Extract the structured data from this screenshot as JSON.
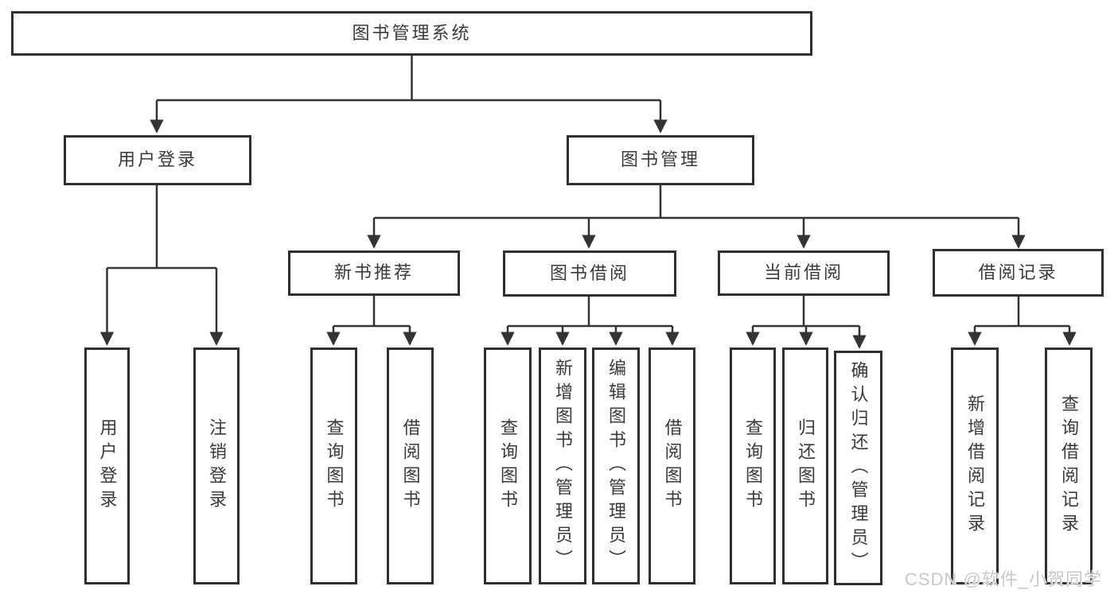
{
  "tree": {
    "label": "图书管理系统",
    "children": [
      {
        "label": "用户登录",
        "children": [
          {
            "label": "用户登录"
          },
          {
            "label": "注销登录"
          }
        ]
      },
      {
        "label": "图书管理",
        "children": [
          {
            "label": "新书推荐",
            "children": [
              {
                "label": "查询图书"
              },
              {
                "label": "借阅图书"
              }
            ]
          },
          {
            "label": "图书借阅",
            "children": [
              {
                "label": "查询图书"
              },
              {
                "label": "新增图书（管理员）"
              },
              {
                "label": "编辑图书（管理员）"
              },
              {
                "label": "借阅图书"
              }
            ]
          },
          {
            "label": "当前借阅",
            "children": [
              {
                "label": "查询图书"
              },
              {
                "label": "归还图书"
              },
              {
                "label": "确认归还（管理员）"
              }
            ]
          },
          {
            "label": "借阅记录",
            "children": [
              {
                "label": "新增借阅记录"
              },
              {
                "label": "查询借阅记录"
              }
            ]
          }
        ]
      }
    ]
  },
  "watermark": "CSDN @软件_小贺同学",
  "colors": {
    "line": "#333333",
    "border": "#2f2f2f",
    "text": "#3a3a3a",
    "watermark": "#c8c8c8"
  }
}
